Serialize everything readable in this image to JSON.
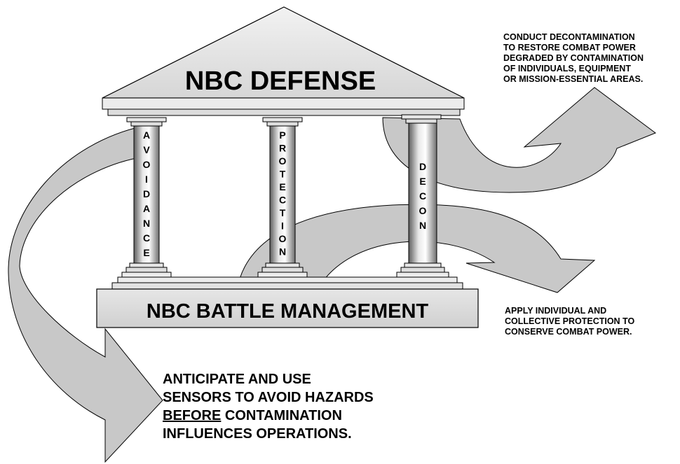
{
  "roof_title": "NBC DEFENSE",
  "base_title": "NBC BATTLE MANAGEMENT",
  "pillars": {
    "avoidance": [
      "A",
      "V",
      "O",
      "I",
      "D",
      "A",
      "N",
      "C",
      "E"
    ],
    "protection": [
      "P",
      "R",
      "O",
      "T",
      "E",
      "C",
      "T",
      "I",
      "O",
      "N"
    ],
    "decon": [
      "D",
      "E",
      "C",
      "O",
      "N"
    ]
  },
  "notes": {
    "decon_lines": [
      "CONDUCT DECONTAMINATION",
      "TO RESTORE COMBAT POWER",
      "DEGRADED BY CONTAMINATION",
      "OF INDIVIDUALS, EQUIPMENT",
      "OR MISSION-ESSENTIAL AREAS."
    ],
    "protection_lines": [
      "APPLY INDIVIDUAL AND",
      "COLLECTIVE PROTECTION TO",
      "CONSERVE COMBAT POWER."
    ],
    "avoidance": {
      "line1": "ANTICIPATE AND USE",
      "line2": "SENSORS TO AVOID HAZARDS",
      "line3_underlined": "BEFORE",
      "line3_rest": " CONTAMINATION",
      "line4": "INFLUENCES OPERATIONS."
    }
  },
  "colors": {
    "arrow_fill": "#c8c8c8",
    "stone_light": "#f4f4f4",
    "stone_mid": "#d9d9d9",
    "column_dark": "#6a6a6a",
    "outline": "#000000"
  }
}
